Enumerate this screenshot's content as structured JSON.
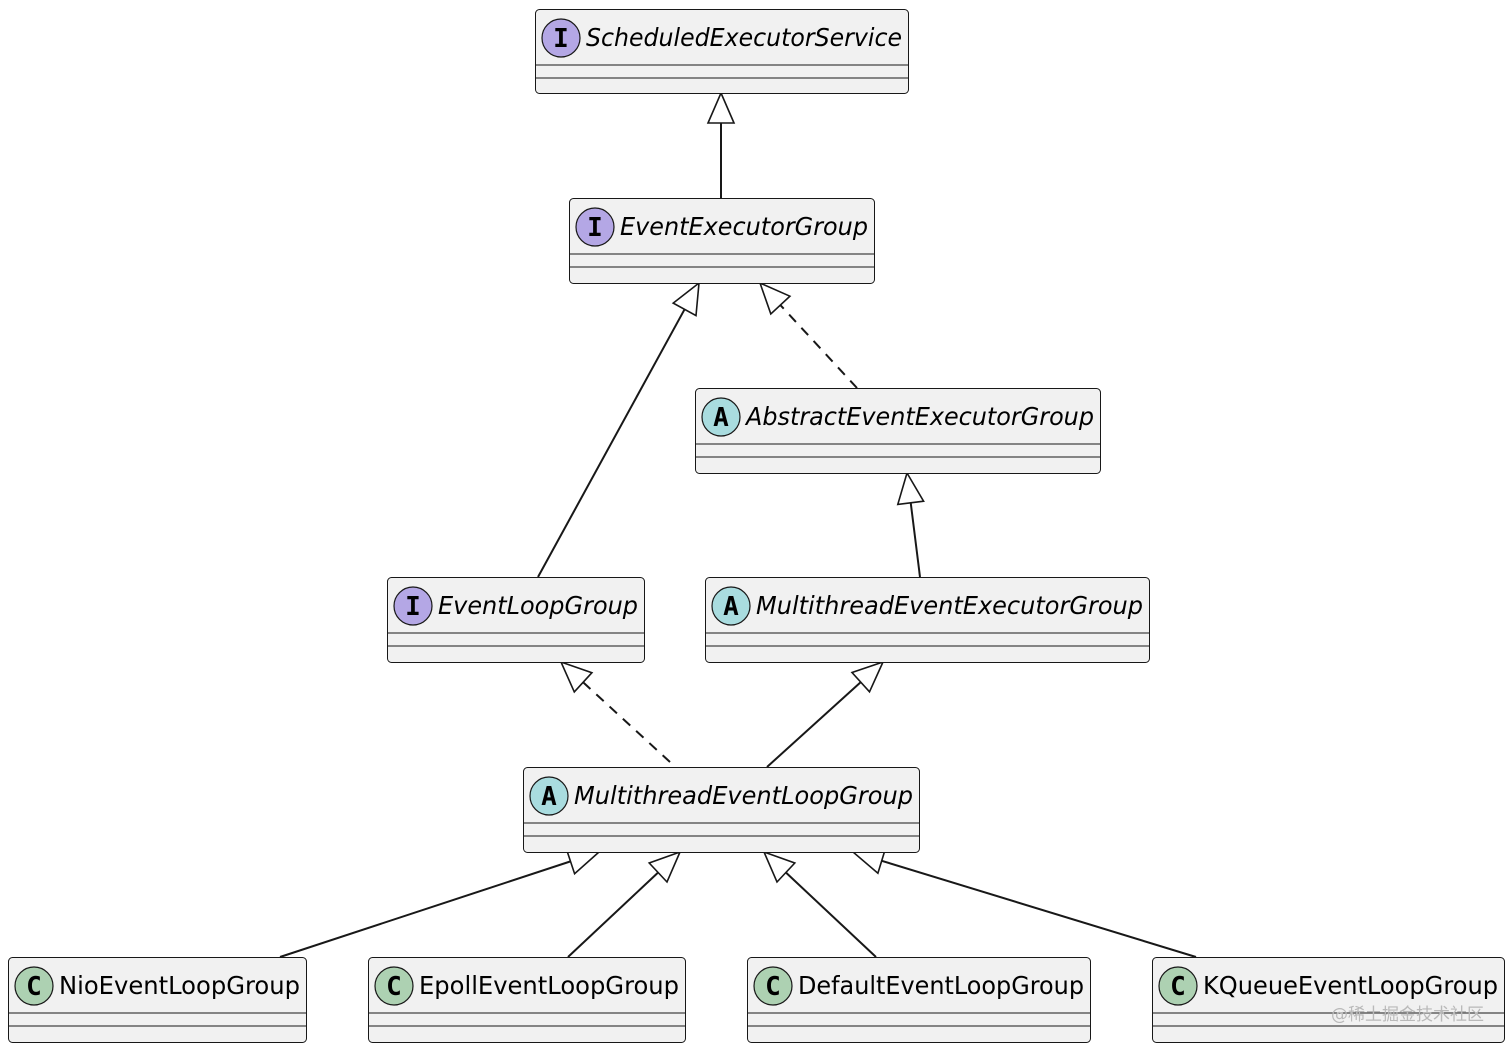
{
  "diagram": {
    "stereotype_colors": {
      "interface": "#b4a7e5",
      "abstract": "#a9dcdf",
      "class": "#add1b2"
    },
    "classes": [
      {
        "id": "ScheduledExecutorService",
        "name": "ScheduledExecutorService",
        "kind": "interface",
        "stereotype_letter": "I"
      },
      {
        "id": "EventExecutorGroup",
        "name": "EventExecutorGroup",
        "kind": "interface",
        "stereotype_letter": "I"
      },
      {
        "id": "AbstractEventExecutorGroup",
        "name": "AbstractEventExecutorGroup",
        "kind": "abstract",
        "stereotype_letter": "A"
      },
      {
        "id": "EventLoopGroup",
        "name": "EventLoopGroup",
        "kind": "interface",
        "stereotype_letter": "I"
      },
      {
        "id": "MultithreadEventExecutorGroup",
        "name": "MultithreadEventExecutorGroup",
        "kind": "abstract",
        "stereotype_letter": "A"
      },
      {
        "id": "MultithreadEventLoopGroup",
        "name": "MultithreadEventLoopGroup",
        "kind": "abstract",
        "stereotype_letter": "A"
      },
      {
        "id": "NioEventLoopGroup",
        "name": "NioEventLoopGroup",
        "kind": "class",
        "stereotype_letter": "C"
      },
      {
        "id": "EpollEventLoopGroup",
        "name": "EpollEventLoopGroup",
        "kind": "class",
        "stereotype_letter": "C"
      },
      {
        "id": "DefaultEventLoopGroup",
        "name": "DefaultEventLoopGroup",
        "kind": "class",
        "stereotype_letter": "C"
      },
      {
        "id": "KQueueEventLoopGroup",
        "name": "KQueueEventLoopGroup",
        "kind": "class",
        "stereotype_letter": "C"
      }
    ],
    "relations": [
      {
        "from": "EventExecutorGroup",
        "to": "ScheduledExecutorService",
        "type": "extends"
      },
      {
        "from": "EventLoopGroup",
        "to": "EventExecutorGroup",
        "type": "extends"
      },
      {
        "from": "AbstractEventExecutorGroup",
        "to": "EventExecutorGroup",
        "type": "implements"
      },
      {
        "from": "MultithreadEventExecutorGroup",
        "to": "AbstractEventExecutorGroup",
        "type": "extends"
      },
      {
        "from": "MultithreadEventLoopGroup",
        "to": "EventLoopGroup",
        "type": "implements"
      },
      {
        "from": "MultithreadEventLoopGroup",
        "to": "MultithreadEventExecutorGroup",
        "type": "extends"
      },
      {
        "from": "NioEventLoopGroup",
        "to": "MultithreadEventLoopGroup",
        "type": "extends"
      },
      {
        "from": "EpollEventLoopGroup",
        "to": "MultithreadEventLoopGroup",
        "type": "extends"
      },
      {
        "from": "DefaultEventLoopGroup",
        "to": "MultithreadEventLoopGroup",
        "type": "extends"
      },
      {
        "from": "KQueueEventLoopGroup",
        "to": "MultithreadEventLoopGroup",
        "type": "extends"
      }
    ]
  },
  "watermark": {
    "text": "@稀土掘金技术社区"
  }
}
